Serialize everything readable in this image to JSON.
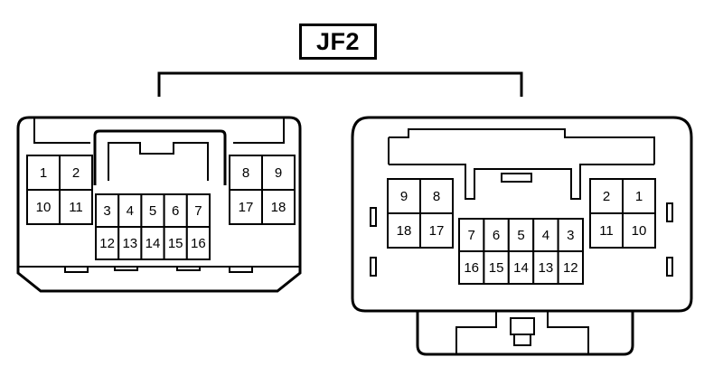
{
  "connector_label": "JF2",
  "colors": {
    "stroke": "#000000",
    "background": "#ffffff"
  },
  "male": {
    "left_block": [
      [
        "1",
        "2"
      ],
      [
        "10",
        "11"
      ]
    ],
    "center_block": [
      [
        "3",
        "4",
        "5",
        "6",
        "7"
      ],
      [
        "12",
        "13",
        "14",
        "15",
        "16"
      ]
    ],
    "right_block": [
      [
        "8",
        "9"
      ],
      [
        "17",
        "18"
      ]
    ]
  },
  "female": {
    "left_block": [
      [
        "9",
        "8"
      ],
      [
        "18",
        "17"
      ]
    ],
    "center_block": [
      [
        "7",
        "6",
        "5",
        "4",
        "3"
      ],
      [
        "16",
        "15",
        "14",
        "13",
        "12"
      ]
    ],
    "right_block": [
      [
        "2",
        "1"
      ],
      [
        "11",
        "10"
      ]
    ]
  }
}
